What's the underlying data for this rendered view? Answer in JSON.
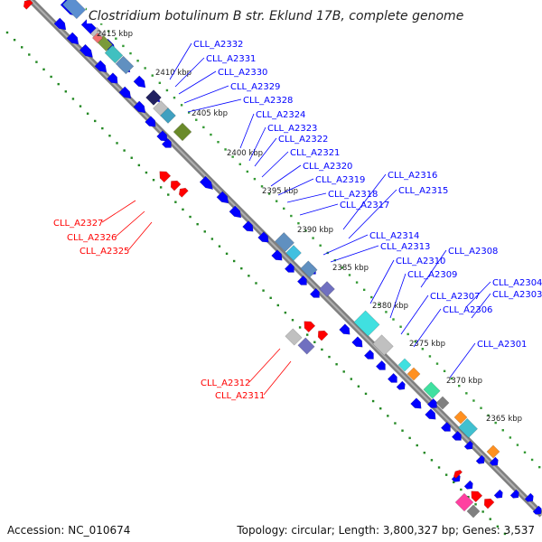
{
  "title": "Clostridium botulinum B str. Eklund 17B, complete genome",
  "footer": {
    "accession": "Accession: NC_010674",
    "summary": "Topology: circular; Length: 3,800,327 bp; Genes: 3,537"
  },
  "colors": {
    "forward_strand": "#0000ff",
    "reverse_strand": "#ff0000",
    "backbone": "#808080",
    "ticks_outer": "#339933",
    "ticks_inner": "#228822"
  },
  "kbp_ticks": [
    "2415 kbp",
    "2410 kbp",
    "2405 kbp",
    "2400 kbp",
    "2395 kbp",
    "2390 kbp",
    "2385 kbp",
    "2380 kbp",
    "2375 kbp",
    "2370 kbp",
    "2365 kbp"
  ],
  "forward_labels": [
    "CLL_A2332",
    "CLL_A2331",
    "CLL_A2330",
    "CLL_A2329",
    "CLL_A2328",
    "CLL_A2324",
    "CLL_A2323",
    "CLL_A2322",
    "CLL_A2321",
    "CLL_A2320",
    "CLL_A2319",
    "CLL_A2318",
    "CLL_A2317",
    "CLL_A2316",
    "CLL_A2315",
    "CLL_A2314",
    "CLL_A2313",
    "CLL_A2308",
    "CLL_A2310",
    "CLL_A2309",
    "CLL_A2304",
    "CLL_A2303",
    "CLL_A2307",
    "CLL_A2306",
    "CLL_A2301"
  ],
  "reverse_labels": [
    "CLL_A2327",
    "CLL_A2326",
    "CLL_A2325",
    "CLL_A2312",
    "CLL_A2311"
  ]
}
